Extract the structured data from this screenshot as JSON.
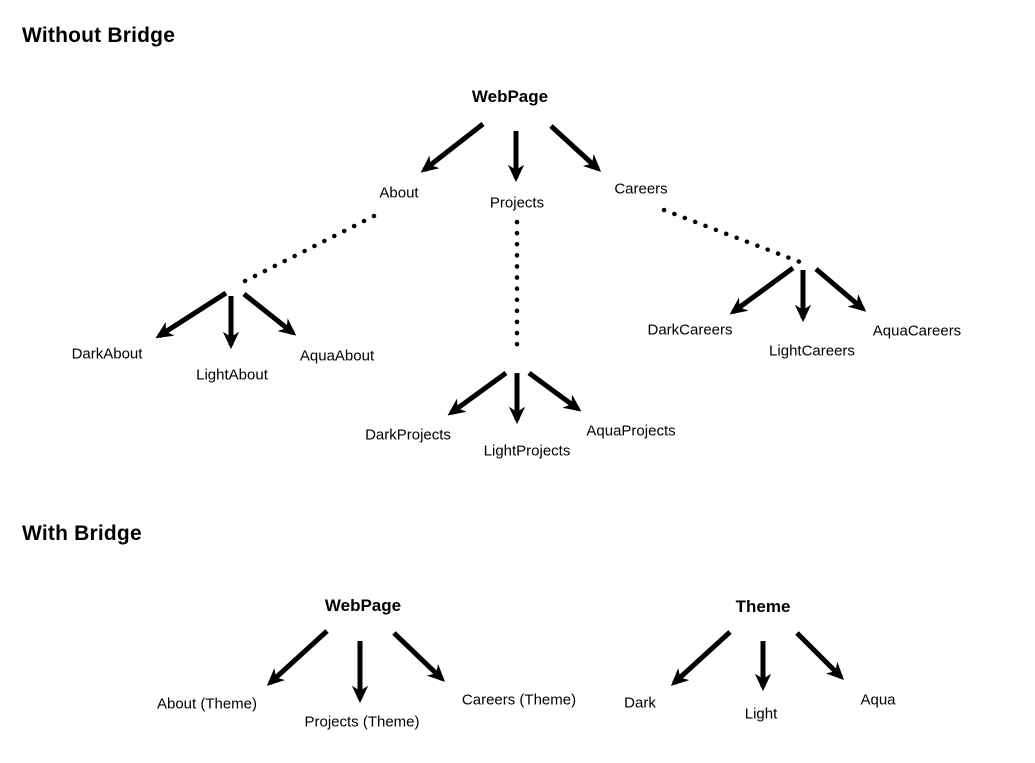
{
  "page": {
    "background_color": "#ffffff",
    "ink_color": "#000000"
  },
  "without_bridge": {
    "title": "Without Bridge",
    "root": "WebPage",
    "children": [
      "About",
      "Projects",
      "Careers"
    ],
    "about_variants": [
      "DarkAbout",
      "LightAbout",
      "AquaAbout"
    ],
    "projects_variants": [
      "DarkProjects",
      "LightProjects",
      "AquaProjects"
    ],
    "careers_variants": [
      "DarkCareers",
      "LightCareers",
      "AquaCareers"
    ]
  },
  "with_bridge": {
    "title": "With Bridge",
    "webpage_root": "WebPage",
    "webpage_children": [
      "About (Theme)",
      "Projects (Theme)",
      "Careers (Theme)"
    ],
    "theme_root": "Theme",
    "theme_children": [
      "Dark",
      "Light",
      "Aqua"
    ]
  }
}
